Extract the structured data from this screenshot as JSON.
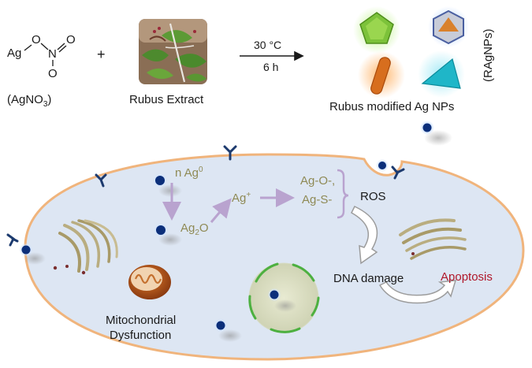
{
  "reaction": {
    "silver_nitrate": {
      "ag": "Ag",
      "o1": "O",
      "n": "N",
      "o2": "O",
      "o3": "O",
      "formula_open": "(AgNO",
      "formula_sub": "3",
      "formula_close": ")"
    },
    "plus": "+",
    "extract_label": "Rubus Extract",
    "temperature": "30 °C",
    "time": "6 h",
    "product_label": "Rubus modified Ag NPs",
    "product_abbr": "(RAgNPs)"
  },
  "cell": {
    "silver_atom": "n Ag",
    "silver_atom_sup": "0",
    "silver_oxide_main": "Ag",
    "silver_oxide_sub": "2",
    "silver_oxide_end": "O",
    "silver_ion": "Ag",
    "silver_ion_sup": "+",
    "complex_line1": "Ag-O-,",
    "complex_line2": "Ag-S-",
    "ros": "ROS",
    "dna_damage": "DNA damage",
    "apoptosis": "Apoptosis",
    "mito_line1": "Mitochondrial",
    "mito_line2": "Dysfunction"
  },
  "colors": {
    "cell_fill": "#dde6f3",
    "cell_border": "#f0b47c",
    "label_olive": "#8f8a55",
    "arrow_purple": "#b9a3cf",
    "apoptosis_red": "#b0172a",
    "particle_navy": "#0c2f7a"
  }
}
